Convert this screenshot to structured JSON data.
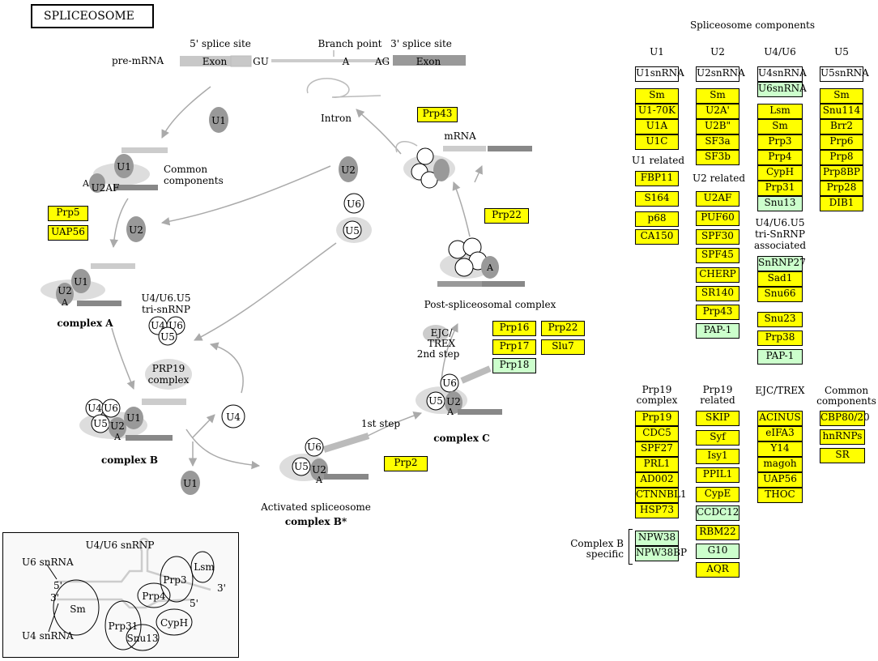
{
  "title": "SPLICEOSOME",
  "premrna": {
    "five_splice_site": "5' splice site",
    "branch_point": "Branch point",
    "three_splice_site": "3' splice site",
    "label": "pre-mRNA",
    "exon": "Exon",
    "gu": "GU",
    "a": "A",
    "ag": "AG"
  },
  "diagram": {
    "intron": "Intron",
    "mrna": "mRNA",
    "common_components": [
      "Common",
      "components"
    ],
    "complex_a": "complex A",
    "complex_b": "complex B",
    "complex_c": "complex C",
    "complex_bstar": "complex B*",
    "activated": "Activated spliceosome",
    "post_spliceosomal": "Post-spliceosomal complex",
    "tri_snrnp": [
      "U4/U6.U5",
      "tri-snRNP"
    ],
    "prp19_complex": [
      "PRP19",
      "complex"
    ],
    "ejc_trex": [
      "EJC/",
      "TREX"
    ],
    "second_step": "2nd step",
    "first_step": "1st step",
    "particles": {
      "u1": "U1",
      "u2": "U2",
      "u4": "U4",
      "u5": "U5",
      "u6": "U6",
      "u2af": "U2AF",
      "a": "A"
    }
  },
  "inline_proteins": {
    "prp5": "Prp5",
    "uap56": "UAP56",
    "prp43": "Prp43",
    "prp22a": "Prp22",
    "prp16": "Prp16",
    "prp22b": "Prp22",
    "prp17": "Prp17",
    "slu7": "Slu7",
    "prp18": "Prp18",
    "prp2": "Prp2"
  },
  "inset": {
    "title": "U4/U6 snRNP",
    "u6snrna": "U6 snRNA",
    "u4snrna": "U4 snRNA",
    "five": "5'",
    "three": "3'",
    "five_b": "5'",
    "three_b": "3'",
    "sm": "Sm",
    "lsm": "Lsm",
    "prp3": "Prp3",
    "prp4": "Prp4",
    "prp31": "Prp31",
    "cyph": "CypH",
    "snu13": "Snu13"
  },
  "components": {
    "heading": "Spliceosome components",
    "u1": {
      "header": "U1",
      "snrna": "U1snRNA",
      "items": [
        "Sm",
        "U1-70K",
        "U1A",
        "U1C"
      ],
      "related_label": "U1 related",
      "related": [
        "FBP11",
        "S164",
        "p68",
        "CA150"
      ]
    },
    "u2": {
      "header": "U2",
      "snrna": "U2snRNA",
      "items": [
        "Sm",
        "U2A'",
        "U2B\"",
        "SF3a",
        "SF3b"
      ],
      "related_label": "U2 related",
      "related": [
        "U2AF",
        "PUF60",
        "SPF30",
        "SPF45",
        "CHERP",
        "SR140",
        "Prp43"
      ],
      "related_green": [
        "PAP-1"
      ]
    },
    "u4u6": {
      "header": "U4/U6",
      "snrna": "U4snRNA",
      "snrna_green": "U6snRNA",
      "items": [
        "Lsm",
        "Sm",
        "Prp3",
        "Prp4",
        "CypH",
        "Prp31"
      ],
      "items_green": [
        "Snu13"
      ],
      "tri_label": [
        "U4/U6.U5",
        "tri-SnRNP",
        "associated"
      ],
      "tri_green": [
        "SnRNP27"
      ],
      "tri_items": [
        "Sad1",
        "Snu66"
      ],
      "tri_items2": [
        "Snu23",
        "Prp38"
      ],
      "tri_green2": [
        "PAP-1"
      ]
    },
    "u5": {
      "header": "U5",
      "snrna": "U5snRNA",
      "items": [
        "Sm",
        "Snu114",
        "Brr2",
        "Prp6",
        "Prp8",
        "Prp8BP",
        "Prp28",
        "DIB1"
      ]
    },
    "prp19": {
      "header": [
        "Prp19",
        "complex"
      ],
      "items": [
        "Prp19",
        "CDC5",
        "SPF27",
        "PRL1",
        "AD002",
        "CTNNBL1",
        "HSP73"
      ],
      "complex_b_label": [
        "Complex B",
        "specific"
      ],
      "green": [
        "NPW38",
        "NPW38BP"
      ]
    },
    "prp19r": {
      "header": [
        "Prp19",
        "related"
      ],
      "items": [
        "SKIP",
        "Syf",
        "Isy1",
        "PPIL1",
        "CypE"
      ],
      "green1": [
        "CCDC12"
      ],
      "items2": [
        "RBM22"
      ],
      "green2": [
        "G10"
      ],
      "items3": [
        "AQR"
      ]
    },
    "ejc": {
      "header": "EJC/TREX",
      "items": [
        "ACINUS",
        "eIFA3",
        "Y14",
        "magoh",
        "UAP56",
        "THOC"
      ]
    },
    "common": {
      "header": [
        "Common",
        "components"
      ],
      "items": [
        "CBP80/20",
        "hnRNPs",
        "SR"
      ]
    }
  }
}
